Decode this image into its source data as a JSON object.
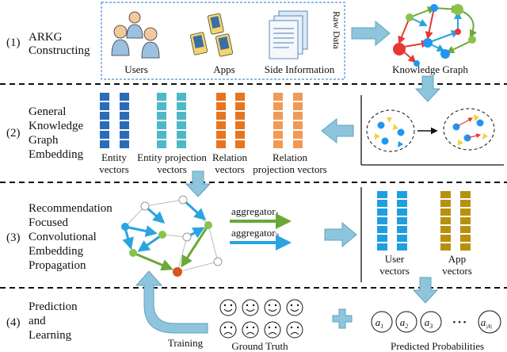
{
  "stages": [
    {
      "num": "(1)",
      "lines": [
        "ARKG",
        "Constructing"
      ]
    },
    {
      "num": "(2)",
      "lines": [
        "General",
        "Knowledge",
        "Graph",
        "Embedding"
      ]
    },
    {
      "num": "(3)",
      "lines": [
        "Recommendation",
        "Focused",
        "Convolutional",
        "Embedding",
        "Propagation"
      ]
    },
    {
      "num": "(4)",
      "lines": [
        "Prediction",
        "and",
        "Learning"
      ]
    }
  ],
  "stage1": {
    "users": "Users",
    "apps": "Apps",
    "side_info": "Side Information",
    "raw_data": "Raw Data",
    "knowledge_graph": "Knowledge Graph"
  },
  "stage2": {
    "vectors": [
      {
        "line1": "Entity",
        "line2": "vectors",
        "color": "#2b6cb8"
      },
      {
        "line1": "Entity projection",
        "line2": "vectors",
        "color": "#4fb8c6"
      },
      {
        "line1": "Relation",
        "line2": "vectors",
        "color": "#e8741e"
      },
      {
        "line1": "Relation",
        "line2": "projection vectors",
        "color": "#f19a55"
      }
    ]
  },
  "stage3": {
    "aggregator1": "aggregator",
    "aggregator1_sub": "1",
    "aggregator2": "aggregator",
    "aggregator2_sub": "2",
    "user_vectors": {
      "line1": "User",
      "line2": "vectors",
      "color": "#1e9fe0"
    },
    "app_vectors": {
      "line1": "App",
      "line2": "vectors",
      "color": "#b8900e"
    }
  },
  "stage4": {
    "training": "Training",
    "ground_truth": "Ground Truth",
    "predicted": "Predicted Probabilities",
    "prob_labels": [
      {
        "base": "a",
        "sub": "1"
      },
      {
        "base": "a",
        "sub": "2"
      },
      {
        "base": "a",
        "sub": "3"
      },
      {
        "base": "a",
        "sub": "|A|"
      }
    ],
    "ellipsis": "• • •"
  },
  "colors": {
    "flow_arrow": "#8ec5dc",
    "flow_arrow_stroke": "#5fa3c2",
    "green_arrow": "#6aa83a",
    "blue_arrow": "#2aa3e0",
    "node_green": "#8bc34a",
    "node_blue": "#2196f3"
  }
}
